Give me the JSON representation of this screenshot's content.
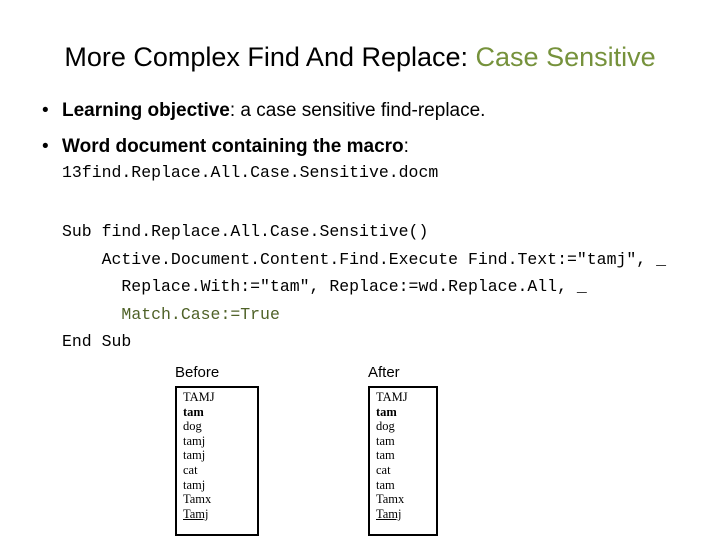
{
  "slide": {
    "title_plain": "More Complex Find And Replace: ",
    "title_accent": "Case Sensitive",
    "bullets": [
      {
        "bold": "Learning objective",
        "rest": ": a case sensitive find-replace."
      },
      {
        "bold": "Word document containing the macro",
        "rest": ":"
      }
    ],
    "filename": "13find.Replace.All.Case.Sensitive.docm",
    "code": {
      "line1": "Sub find.Replace.All.Case.Sensitive()",
      "line2": "    Active.Document.Content.Find.Execute Find.Text:=\"tamj\", _",
      "line3": "      Replace.With:=\"tam\", Replace:=wd.Replace.All, _",
      "line4_prefix": "      ",
      "line4": "Match.Case:=True",
      "line5": "End Sub"
    },
    "before_caption": "Before",
    "after_caption": "After",
    "before_words": [
      "TAMJ",
      "tam",
      "dog",
      "tamj",
      "tamj",
      "cat",
      "tamj",
      "Tamx",
      "Tamj"
    ],
    "after_words": [
      "TAMJ",
      "tam",
      "dog",
      "tam",
      "tam",
      "cat",
      "tam",
      "Tamx",
      "Tamj"
    ]
  }
}
